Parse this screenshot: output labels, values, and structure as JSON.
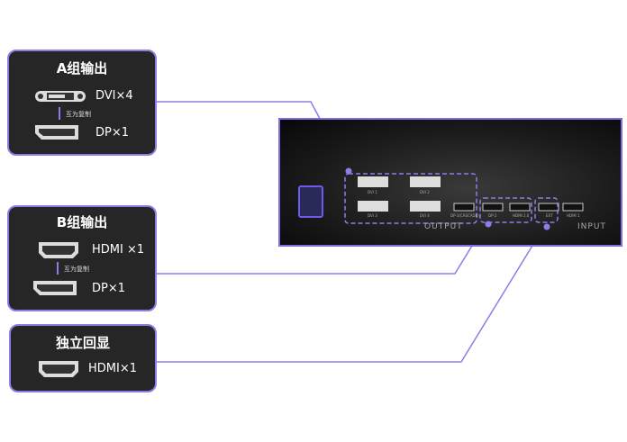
{
  "groups": [
    {
      "title": "A组输出",
      "ports": [
        {
          "icon": "dvi-port-icon",
          "label": "DVI×4"
        },
        {
          "icon": "dp-port-icon",
          "label": "DP×1"
        }
      ],
      "mirror_label": "互为复制"
    },
    {
      "title": "B组输出",
      "ports": [
        {
          "icon": "hdmi-port-icon",
          "label": "HDMI ×1"
        },
        {
          "icon": "dp-port-icon",
          "label": "DP×1"
        }
      ],
      "mirror_label": "互为复制"
    },
    {
      "title": "独立回显",
      "ports": [
        {
          "icon": "hdmi-port-icon",
          "label": "HDMI×1"
        }
      ]
    }
  ],
  "device": {
    "port_labels": [
      "DVI 1",
      "DVI 2",
      "DVI 3",
      "DVI 4",
      "DP-1(CASCADE)",
      "DP-2",
      "HDMI 2.0",
      "EXT",
      "HDMI 1"
    ],
    "section_output": "OUTPUT",
    "section_input": "INPUT"
  },
  "colors": {
    "accent": "#8b7ee8",
    "box_bg": "#262626"
  }
}
